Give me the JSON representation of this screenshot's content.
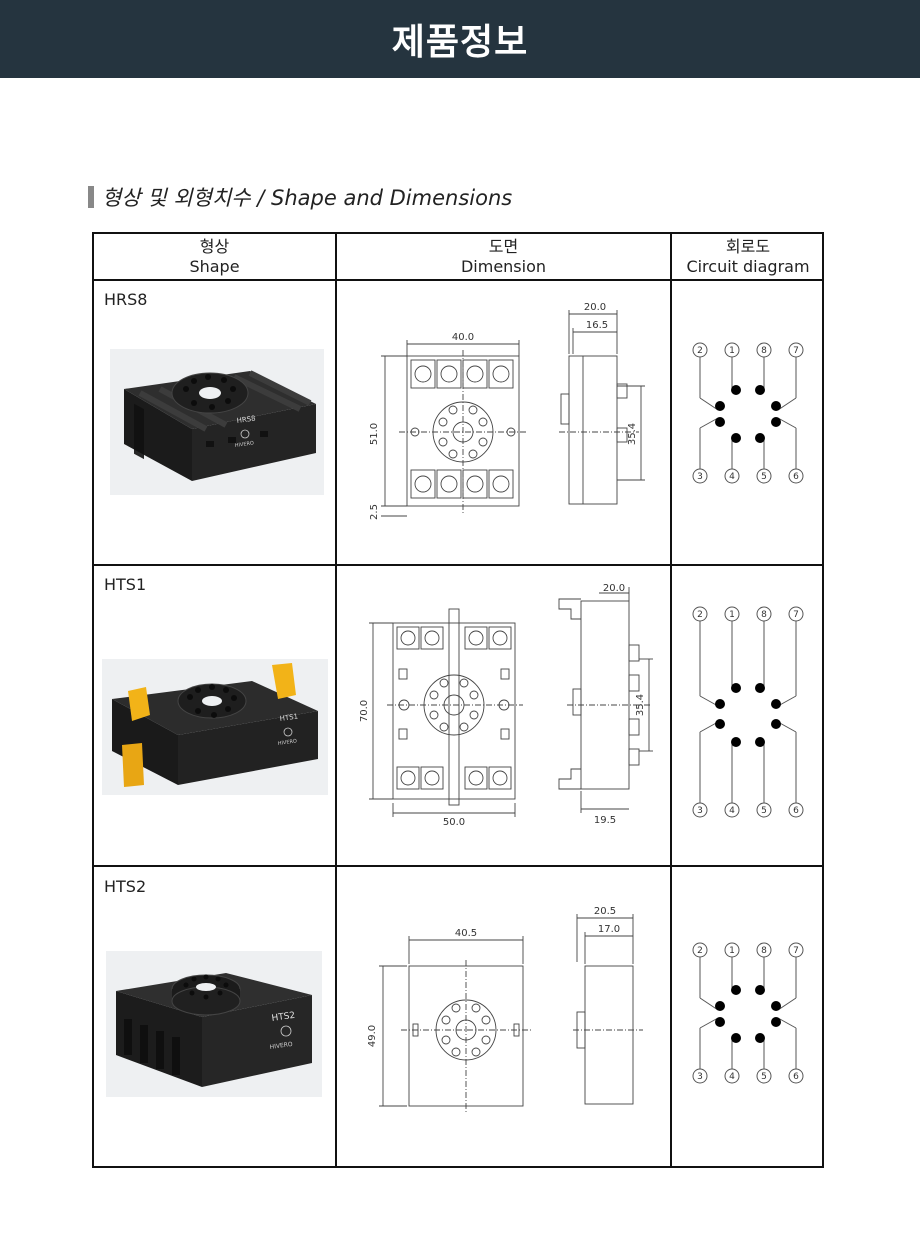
{
  "header": {
    "title": "제품정보"
  },
  "section": {
    "title": "형상 및 외형치수 / Shape and Dimensions"
  },
  "table": {
    "columns": [
      {
        "ko": "형상",
        "en": "Shape"
      },
      {
        "ko": "도면",
        "en": "Dimension"
      },
      {
        "ko": "회로도",
        "en": "Circuit diagram"
      }
    ],
    "rows": [
      {
        "model": "HRS8",
        "photo_marking": "HRS8",
        "photo_brand": "HIVERO",
        "dims": {
          "top": "20.0",
          "top2": "16.5",
          "width": "40.0",
          "height": "51.0",
          "side": "35.4",
          "bottom": "2.5"
        }
      },
      {
        "model": "HTS1",
        "photo_marking": "HTS1",
        "photo_brand": "HIVERO",
        "dims": {
          "top": "20.0",
          "width": "50.0",
          "height": "70.0",
          "side": "35.4",
          "bottom": "19.5"
        }
      },
      {
        "model": "HTS2",
        "photo_marking": "HTS2",
        "photo_brand": "HIVERO",
        "dims": {
          "top": "20.5",
          "top2": "17.0",
          "width": "40.5",
          "height": "49.0"
        }
      }
    ],
    "pins": {
      "top": [
        "2",
        "1",
        "8",
        "7"
      ],
      "bottom": [
        "3",
        "4",
        "5",
        "6"
      ]
    }
  }
}
